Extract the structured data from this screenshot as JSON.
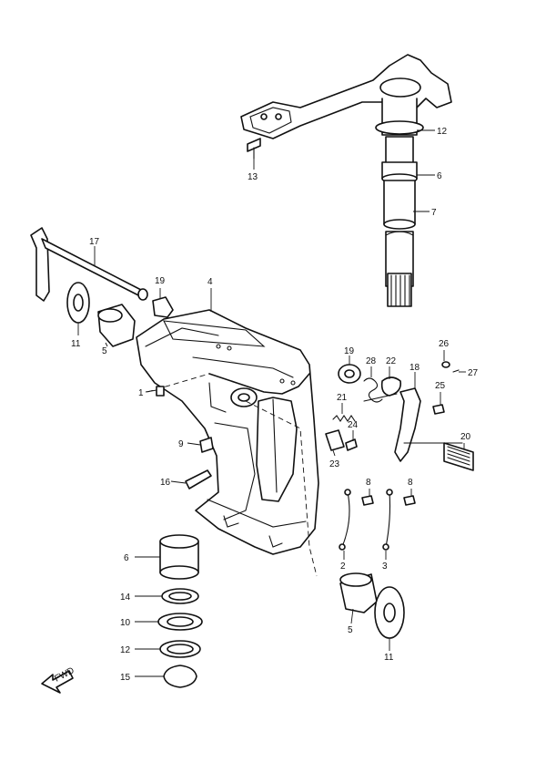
{
  "callouts": {
    "c1": "1",
    "c2": "2",
    "c3": "3",
    "c4": "4",
    "c5a": "5",
    "c5b": "5",
    "c6a": "6",
    "c6b": "6",
    "c7": "7",
    "c8a": "8",
    "c8b": "8",
    "c9": "9",
    "c10": "10",
    "c11a": "11",
    "c11b": "11",
    "c12a": "12",
    "c12b": "12",
    "c13": "13",
    "c14": "14",
    "c15": "15",
    "c16": "16",
    "c17": "17",
    "c18": "18",
    "c19a": "19",
    "c19b": "19",
    "c20": "20",
    "c21": "21",
    "c22": "22",
    "c23": "23",
    "c24": "24",
    "c25": "25",
    "c26": "26",
    "c27": "27",
    "c28": "28"
  },
  "fwd_label": "FWD"
}
